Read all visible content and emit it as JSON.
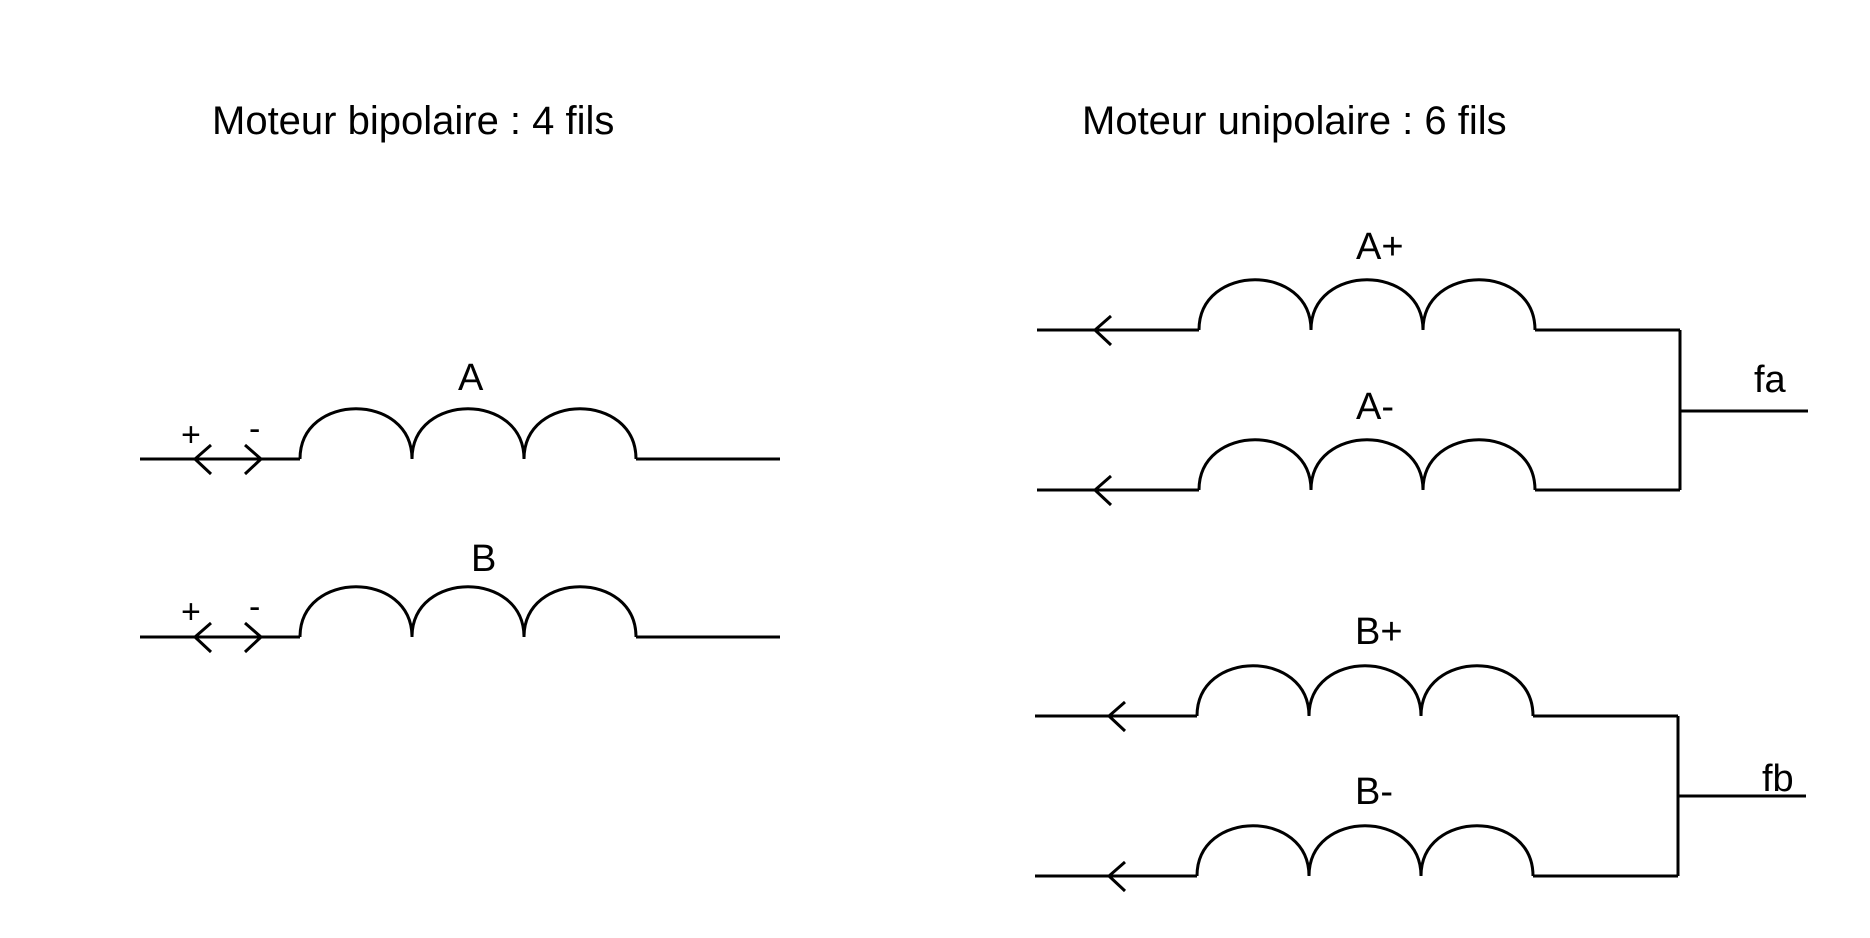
{
  "bipolar": {
    "title": "Moteur bipolaire : 4 fils",
    "coil_a_label": "A",
    "coil_b_label": "B",
    "plus_sign": "+",
    "minus_sign": "-"
  },
  "unipolar": {
    "title": "Moteur unipolaire : 6 fils",
    "coil_a_plus_label": "A+",
    "coil_a_minus_label": "A-",
    "coil_b_plus_label": "B+",
    "coil_b_minus_label": "B-",
    "common_a_label": "fa",
    "common_b_label": "fb"
  },
  "colors": {
    "ink": "#000000",
    "background": "#ffffff"
  }
}
